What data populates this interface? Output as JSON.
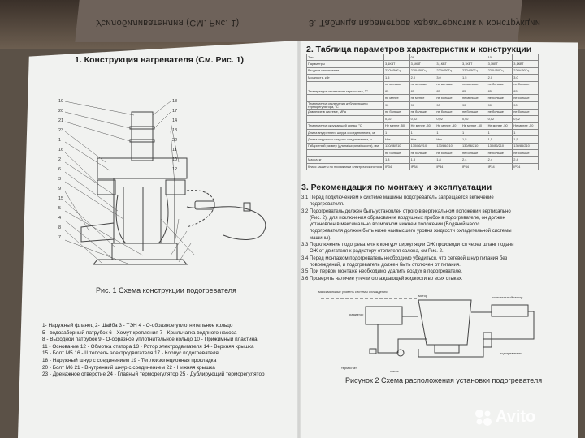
{
  "box": {
    "lid_left": "Усилобиливатенлия (СМ. Рис. 1)",
    "lid_right": "3. Таблица параметров характеристик и конструкции"
  },
  "left": {
    "heading": "1. Конструкция нагревателя (См. Рис. 1)",
    "caption": "Рис. 1 Схема конструкции подогревателя",
    "callouts_left": [
      "19",
      "20",
      "21",
      "23",
      "1",
      "16",
      "2",
      "6",
      "3",
      "9",
      "15",
      "5",
      "4",
      "8",
      "7"
    ],
    "callouts_right": [
      "18",
      "17",
      "14",
      "13",
      "22",
      "11",
      "10",
      "12"
    ],
    "legend": [
      "1- Наружный фланец  2- Шайба  3 - ТЭН  4 - О-образное уплотнительное кольцо",
      "5 - водозаборный патрубок  6 - Хомут крепления  7 - Крыльчатка водяного насоса",
      "8 - Выходной патрубок  9 - О-образное уплотнительное кольцо  10 - Прижимный пластина",
      "11 - Основание  12 - Обмотка статора  13 - Ротор электродвигателя  14 - Верхняя крышка",
      "15 - Болт М5  16 - Штепсель электродвигателя  17 - Корпус подогревателя",
      "18 - Наружный шнур с соединением  19 - Теплоизоляционная прокладка",
      "20 - Болт М6  21 - Внутренний шнур с соединением  22 - Нижняя крышка",
      "23 - Дренажное отверстие  24 - Главный терморегулятор  25 - Дублирующий терморегулятор"
    ]
  },
  "right": {
    "heading": "2. Таблица параметров характеристик и конструкции",
    "table_header": [
      "Тип",
      "",
      "08",
      "",
      "",
      "10",
      ""
    ],
    "table_rows": [
      [
        "Параметры",
        "3,1КВТ",
        "3,1КВТ",
        "3,1КВТ",
        "3,1КВТ",
        "3,1КВТ",
        "3,1КВТ"
      ],
      [
        "Входное напряжение",
        "220V/50Гц",
        "220V/50Гц",
        "220V/50Гц",
        "220V/50Гц",
        "220V/50Гц",
        "220V/50Гц"
      ],
      [
        "Мощность, кВт",
        "1,5",
        "2,0",
        "3,0",
        "1,5",
        "2,0",
        "3,0"
      ],
      [
        "",
        "не меньше",
        "не меньше",
        "не меньше",
        "не меньше",
        "не больше",
        "не больше"
      ],
      [
        "Температура отключения термостата, °С",
        "85",
        "85",
        "85",
        "85",
        "85",
        "85"
      ],
      [
        "",
        "не менее",
        "не менее",
        "не больше",
        "не меньше",
        "не больше",
        "не больше"
      ],
      [
        "Температура отключения дублирующего терморегулятора, °С",
        "90",
        "90",
        "90",
        "90",
        "90",
        "90"
      ],
      [
        "Давление в системе, MPa",
        "не больше",
        "не больше",
        "не больше",
        "не больше",
        "не больше",
        "не больше"
      ],
      [
        "",
        "0,02",
        "0,02",
        "0,02",
        "0,02",
        "0,02",
        "0,02"
      ],
      [
        "Температура окружающей среды, °С",
        "Не менее -50",
        "Не менее -50",
        "Не менее -50",
        "Не менее -50",
        "Не менее -50",
        "Не менее -50"
      ],
      [
        "Длина внутреннего шнура с соединителем, м",
        "1",
        "1",
        "1",
        "1",
        "1",
        "1"
      ],
      [
        "Длина наружного шнура с соединителем, м",
        "Нет",
        "Нет",
        "Нет",
        "1,5",
        "1,5",
        "1,5"
      ],
      [
        "Габаритный размер (длина/ширина/высота), мм",
        "130/86/210",
        "130/86/210",
        "130/86/210",
        "130/86/210",
        "130/86/210",
        "130/86/210"
      ],
      [
        "",
        "не больше",
        "не больше",
        "не больше",
        "не больше",
        "не больше",
        "не больше"
      ],
      [
        "Масса, кг",
        "1,8",
        "1,8",
        "1,8",
        "2,4",
        "2,4",
        "2,4"
      ],
      [
        "Класс защиты по проникании электрического тока",
        "IP34",
        "IP34",
        "IP34",
        "IP34",
        "IP34",
        "IP34"
      ]
    ],
    "rec_heading": "3. Рекомендация по монтажу и эксплуатации",
    "rec_lines": [
      {
        "t": "3.1 Перед подключением к системе машины подогреватель запрещается включение",
        "i": false
      },
      {
        "t": "подогревателя.",
        "i": true
      },
      {
        "t": "3.2 Подогреватель должен быть установлен строго в вертикальном положении вертикально",
        "i": false
      },
      {
        "t": "(Рис. 2), для исключения образование воздушных пробок в подогревателе, он должен",
        "i": true
      },
      {
        "t": "установлен в максимально возможном нижнем положении (Водяной насос",
        "i": true
      },
      {
        "t": "подогревателя должен быть ниже наивысшего уровня жидкости охладительной системы",
        "i": true
      },
      {
        "t": "машины).",
        "i": true
      },
      {
        "t": "3.3 Подключение подогревателя к контуру циркуляции ОЖ производится через шланг подачи",
        "i": false
      },
      {
        "t": "ОЖ от двигателя к радиатору отопителя салона, см Рис. 2.",
        "i": true
      },
      {
        "t": "3.4 Перед монтажом подогреватель необходимо убедиться, что сетевой шнур питания без",
        "i": false
      },
      {
        "t": "повреждений, и подогреватель должен быть отключен от питания.",
        "i": true
      },
      {
        "t": "3.5 При первом монтаже необходимо удалить воздух в подогревателе.",
        "i": false
      },
      {
        "t": "3.6 Проверить наличие утечки охлаждающей жидкости во всех стыках.",
        "i": false
      }
    ],
    "fig2_labels": {
      "level": "максимальные уровень системы охлаждения",
      "radiator": "радиатор",
      "motor": "мотор",
      "heater_panel": "отопительный мотор",
      "thermostat": "термостат",
      "pump": "насос",
      "our_heater": "подогреватель"
    },
    "fig2_caption": "Рисунок 2 Схема расположения установки подогревателя"
  },
  "watermark": "Avito"
}
